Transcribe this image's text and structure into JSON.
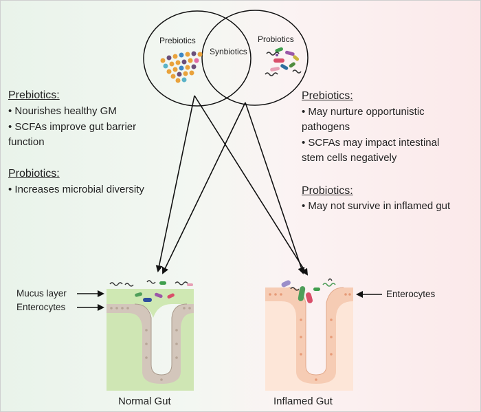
{
  "venn": {
    "prebiotics": "Prebiotics",
    "synbiotics": "Synbiotics",
    "probiotics": "Probiotics"
  },
  "left_panel": {
    "prebiotics_heading": "Prebiotics:",
    "prebiotics_points": [
      "• Nourishes healthy GM",
      "• SCFAs improve gut barrier",
      "function"
    ],
    "probiotics_heading": "Probiotics:",
    "probiotics_points": [
      "• Increases microbial diversity"
    ]
  },
  "right_panel": {
    "prebiotics_heading": "Prebiotics:",
    "prebiotics_points": [
      "• May nurture opportunistic",
      "pathogens",
      "• SCFAs may impact intestinal",
      "stem cells negatively"
    ],
    "probiotics_heading": "Probiotics:",
    "probiotics_points": [
      "• May not survive in inflamed gut"
    ]
  },
  "normal_gut": {
    "caption": "Normal Gut",
    "mucus_label": "Mucus layer",
    "enterocytes_label": "Enterocytes"
  },
  "inflamed_gut": {
    "caption": "Inflamed Gut",
    "enterocytes_label": "Enterocytes"
  },
  "colors": {
    "mucus": "#cfe8b3",
    "enterocyte_layer": "#d3c6bb",
    "normal_lamina": "#cfe6b4",
    "inflamed_layer": "#f6ccb4",
    "inflamed_lamina": "#fde6d8",
    "arrow": "#111111"
  }
}
